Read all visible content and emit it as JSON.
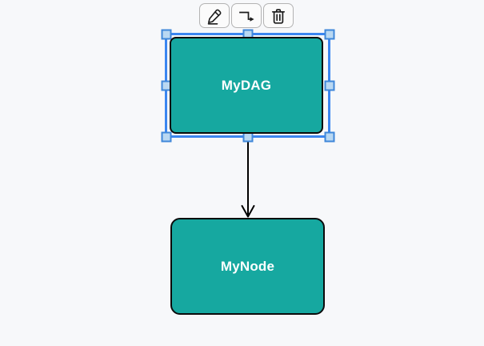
{
  "colors": {
    "canvas_bg": "#f7f8fa",
    "node_fill": "#16a8a0",
    "node_border": "#0b0b0b",
    "node_text": "#ffffff",
    "selection": "#3b86f0",
    "handle_fill": "#b9d8f2",
    "handle_border": "#3f87d9",
    "button_bg": "#fbfbfb",
    "button_border": "#b3b3b3",
    "icon": "#1c1c1c",
    "edge": "#000000"
  },
  "toolbar": {
    "buttons": [
      {
        "label": "Edit",
        "icon": "pencil-icon"
      },
      {
        "label": "Connect",
        "icon": "elbow-connector-icon"
      },
      {
        "label": "Delete",
        "icon": "trash-icon"
      }
    ]
  },
  "diagram": {
    "nodes": [
      {
        "label": "MyDAG",
        "selected": true
      },
      {
        "label": "MyNode",
        "selected": false
      }
    ],
    "edges": [
      {
        "from": "MyDAG",
        "to": "MyNode",
        "direction": "down",
        "arrowhead": "open-v"
      }
    ]
  }
}
